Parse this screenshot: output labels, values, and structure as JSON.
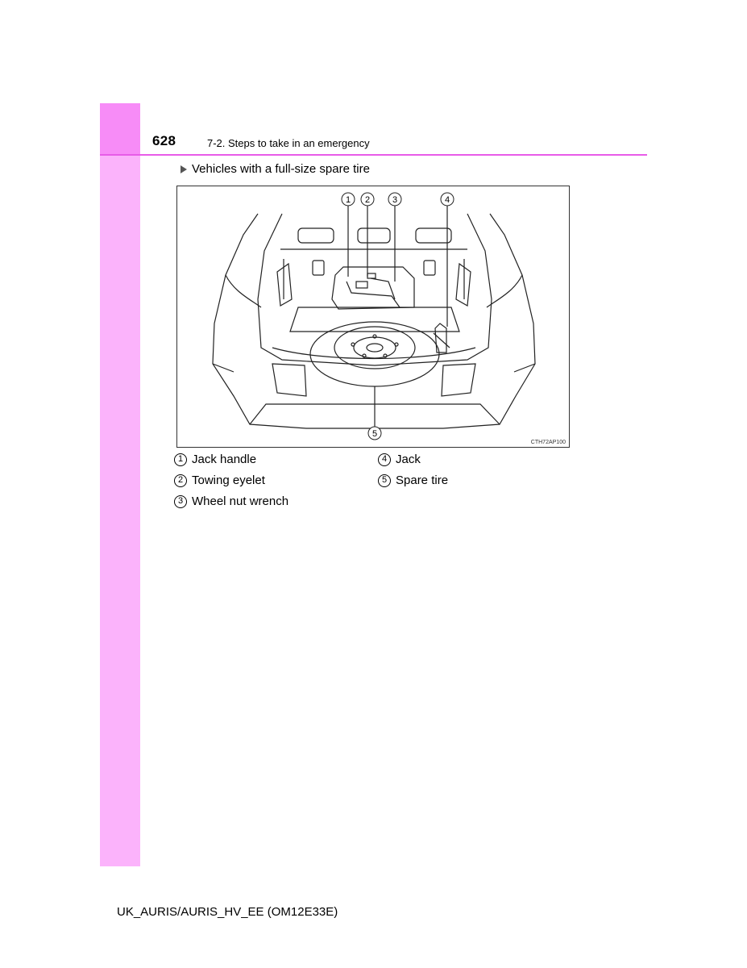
{
  "header": {
    "page_number": "628",
    "section_title": "7-2. Steps to take in an emergency"
  },
  "subheading": "Vehicles with a full-size spare tire",
  "figure": {
    "code": "CTH72AP100",
    "callouts": [
      "1",
      "2",
      "3",
      "4",
      "5"
    ]
  },
  "legend": [
    {
      "num": "1",
      "label": "Jack handle"
    },
    {
      "num": "2",
      "label": "Towing eyelet"
    },
    {
      "num": "3",
      "label": "Wheel nut wrench"
    },
    {
      "num": "4",
      "label": "Jack"
    },
    {
      "num": "5",
      "label": "Spare tire"
    }
  ],
  "footer": "UK_AURIS/AURIS_HV_EE (OM12E33E)"
}
